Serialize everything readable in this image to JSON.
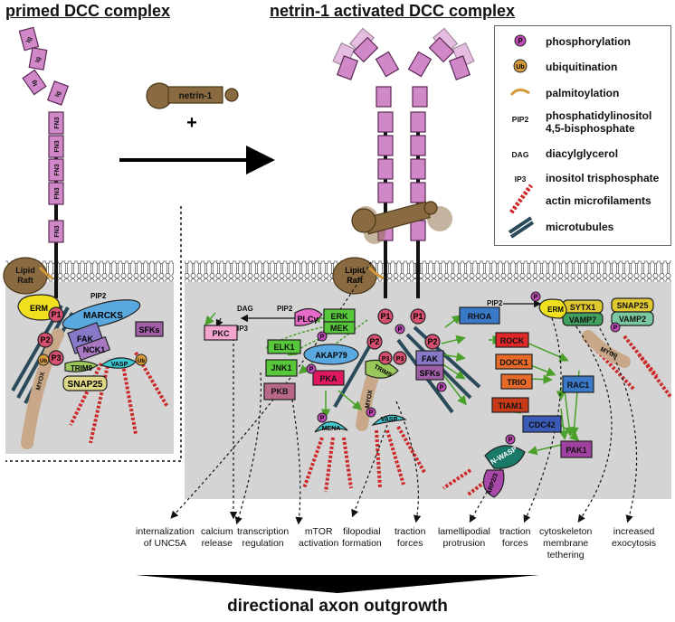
{
  "titles": {
    "primed": "primed DCC complex",
    "activated": "netrin-1 activated DCC complex"
  },
  "ligand": "netrin-1",
  "plus": "+",
  "bottom_title": "directional axon outgrowth",
  "domains": {
    "ig": "Ig",
    "fn": [
      "FN3",
      "FN3",
      "FN3",
      "FN3"
    ],
    "fn3_last": "FN3",
    "p1": "P1",
    "p2": "P2",
    "p3": "P3",
    "p_symbol": "P",
    "ub_symbol": "Ub",
    "lipid_raft": [
      "Lipid",
      "Raft"
    ],
    "myo": "MYOX",
    "myo2": "MYOII"
  },
  "primed_proteins": {
    "erm": "ERM",
    "marcks": "MARCKS",
    "pip2": "PIP2",
    "sfks": "SFKs",
    "fak": "FAK",
    "nck1": "NCK1",
    "trim9": "TRIM9",
    "vasp": "VASP",
    "snap25": "SNAP25"
  },
  "activated_proteins": {
    "erk": "ERK",
    "mek": "MEK",
    "plcg": "PLCγ",
    "pip2": "PIP2",
    "dag": "DAG",
    "ip3": "IP3",
    "pkc": "PKC",
    "elk1": "ELK1",
    "jnk1": "JNK1",
    "pkb": "PKB",
    "pka": "PKA",
    "akap79": "AKAP79",
    "trim9": "TRIM9",
    "mena": "MENA",
    "vasp": "VASP",
    "fak": "FAK",
    "sfks": "SFKs",
    "rhoa": "RHOA",
    "rock": "ROCK",
    "dock1": "DOCK1",
    "trio": "TRIO",
    "tiam1": "TIAM1",
    "rac1": "RAC1",
    "cdc42": "CDC42",
    "pak1": "PAK1",
    "nwasp": "N-WASP",
    "arp23": "ARP2/3",
    "erm": "ERM",
    "pip2b": "PIP2",
    "sytx1": "SYTX1",
    "vamp7": "VAMP7",
    "snap25": "SNAP25",
    "vamp2": "VAMP2"
  },
  "legend": [
    {
      "abbr": "",
      "icon": "phospho",
      "label": "phosphorylation"
    },
    {
      "abbr": "",
      "icon": "ubiq",
      "label": "ubiquitination"
    },
    {
      "abbr": "",
      "icon": "palm",
      "label": "palmitoylation"
    },
    {
      "abbr": "PIP2",
      "icon": "",
      "label": "phosphatidylinositol\n4,5-bisphosphate"
    },
    {
      "abbr": "DAG",
      "icon": "",
      "label": "diacylglycerol"
    },
    {
      "abbr": "IP3",
      "icon": "",
      "label": "inositol trisphosphate"
    },
    {
      "abbr": "",
      "icon": "actin",
      "label": "actin microfilaments"
    },
    {
      "abbr": "",
      "icon": "mt",
      "label": "microtubules"
    }
  ],
  "outcomes": [
    "internalization\nof UNC5A",
    "calcium\nrelease",
    "transcription\nregulation",
    "mTOR\nactivation",
    "filopodial\nformation",
    "traction\nforces",
    "lamellipodial\nprotrusion",
    "traction\nforces",
    "cytoskeleton\nmembrane\ntethering",
    "increased\nexocytosis"
  ],
  "colors": {
    "membrane_grey": "#d4d4d4",
    "receptor": "#d088c8",
    "receptor_dark": "#5a2a55",
    "netrin": "#8a6a40",
    "phospho": "#c04ab8",
    "ub": "#d49a3a",
    "arrow_green": "#4aa02a",
    "actin": "#cc2a2a",
    "microtubule": "#2a4a5a"
  }
}
